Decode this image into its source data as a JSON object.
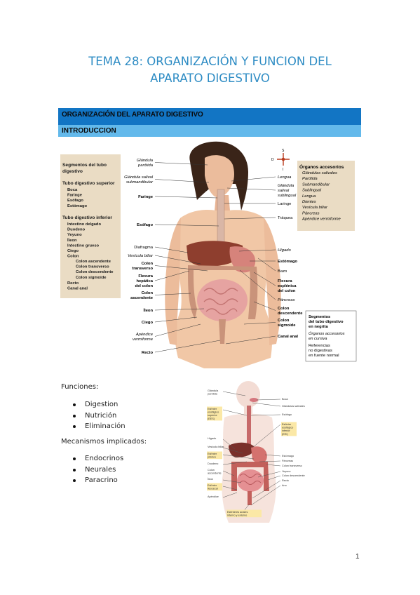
{
  "title": {
    "line1": "TEMA 28: ORGANIZACIÓN Y FUNCION DEL",
    "line2": "APARATO DIGESTIVO"
  },
  "section_header": "ORGANIZACIÓN DEL APARATO DIGESTIVO",
  "subsection_header": "INTRODUCCION",
  "figure1": {
    "left_box": {
      "heading1": "Segmentos del tubo",
      "heading2": "digestivo",
      "upper_title": "Tubo digestivo superior",
      "upper_items": [
        "Boca",
        "Faringe",
        "Esófago",
        "Estómago"
      ],
      "lower_title": "Tubo digestivo inferior",
      "lower_items": [
        "Intestino delgado",
        "Duodeno",
        "Yeyuno",
        "Íleon",
        "Intestino grueso",
        "Ciego",
        "Colon"
      ],
      "colon_items": [
        "Colon ascendente",
        "Colon transverso",
        "Colon descendente",
        "Colon sigmoide"
      ],
      "final_items": [
        "Recto",
        "Canal anal"
      ]
    },
    "right_box": {
      "heading": "Órganos accesorios",
      "items": [
        "Glándulas salivales",
        "Parótida",
        "Submandibular",
        "Sublingual",
        "Lengua",
        "Dientes",
        "Vesícula biliar",
        "Páncreas",
        "Apéndice vermiforme"
      ]
    },
    "compass": {
      "s": "S",
      "i": "I",
      "d": "D"
    },
    "left_labels": {
      "parotida1": "Glándula",
      "parotida2": "parótida",
      "submand1": "Glándula salival",
      "submand2": "submandibular",
      "faringe": "Faringe",
      "esofago": "Esófago",
      "diafragma": "Diafragma",
      "vesicula": "Vesícula biliar",
      "colon_t1": "Colon",
      "colon_t2": "transverso",
      "flexura_h1": "Flexura",
      "flexura_h2": "hepática",
      "flexura_h3": "del colon",
      "colon_a1": "Colon",
      "colon_a2": "ascendente",
      "ileon": "Íleon",
      "ciego": "Ciego",
      "apendice1": "Apéndice",
      "apendice2": "vermiforme",
      "recto": "Recto"
    },
    "right_labels": {
      "lengua": "Lengua",
      "sublingual1": "Glándula",
      "sublingual2": "salival",
      "sublingual3": "sublingual",
      "laringe": "Laringe",
      "traquea": "Tráquea",
      "higado": "Hígado",
      "estomago": "Estómago",
      "bazo": "Bazo",
      "flexura_e1": "Flexura",
      "flexura_e2": "esplénica",
      "flexura_e3": "del colon",
      "pancreas": "Páncreas",
      "colon_d1": "Colon",
      "colon_d2": "descendente",
      "colon_s1": "Colon",
      "colon_s2": "sigmoide",
      "canal": "Canal anal"
    },
    "legend": {
      "l1": "Segmentos",
      "l2": "del tubo digestivo",
      "l3": "en negrita",
      "l4": "Órganos accesorios",
      "l5": "en cursiva",
      "l6": "Referencias",
      "l7": "no digestivas",
      "l8": "en fuente normal"
    }
  },
  "funciones": {
    "label": "Funciones:",
    "items": [
      "Digestion",
      "Nutrición",
      "Eliminación"
    ]
  },
  "mecanismos": {
    "label": "Mecanismos implicados:",
    "items": [
      "Endocrinos",
      "Neurales",
      "Paracrino"
    ]
  },
  "figure2": {
    "left": {
      "parotida1": "Glándula",
      "parotida2": "parótida",
      "ees1": "Esfínter",
      "ees2": "esofágico",
      "ees3": "superior",
      "ees4": "(EES)",
      "higado": "Hígado",
      "vesicula": "Vesícula biliar",
      "piloro1": "Esfínter",
      "piloro2": "pilórico",
      "duodeno": "Duodeno",
      "colon_a1": "Colon",
      "colon_a2": "ascendente",
      "ileon": "Íleon",
      "ileocecal1": "Esfínter",
      "ileocecal2": "ileocecal",
      "apendice": "Apéndice",
      "anal1": "Esfínteres anales",
      "anal2": "interno y externo"
    },
    "right": {
      "boca": "Boca",
      "glandulas": "Glándulas salivales",
      "esofago": "Esófago",
      "eei1": "Esfínter",
      "eei2": "esofágico",
      "eei3": "inferior",
      "eei4": "(EEI)",
      "estomago": "Estómago",
      "pancreas": "Páncreas",
      "colon_t": "Colon transverso",
      "yeyuno": "Yeyuno",
      "colon_d": "Colon descendente",
      "recto": "Recto",
      "ano": "Ano"
    }
  },
  "page_number": "1",
  "colors": {
    "title": "#2e8cc4",
    "bar_dark": "#1275c4",
    "bar_light": "#63b9eb",
    "figure_box": "#eadcc4"
  }
}
